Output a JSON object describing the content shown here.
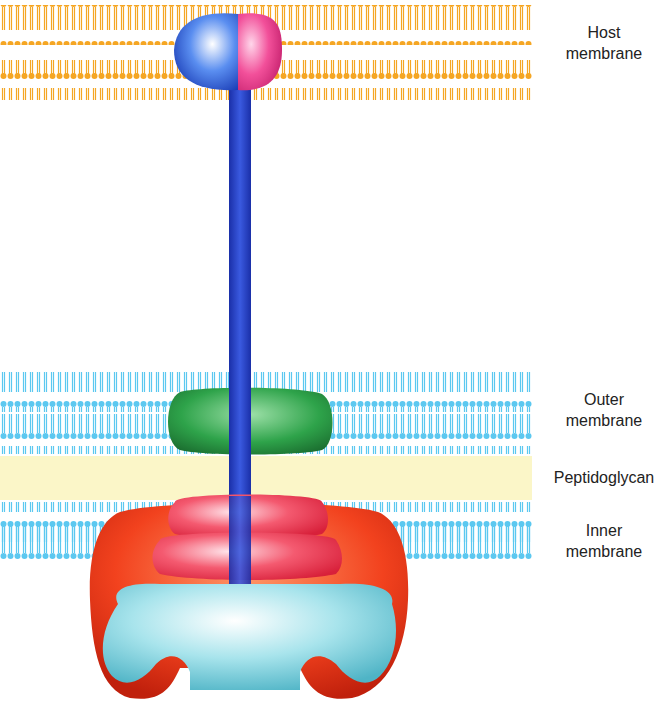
{
  "diagram": {
    "labels": [
      "Host membrane",
      "Outer membrane",
      "Peptidoglycan",
      "Inner membrane"
    ]
  }
}
